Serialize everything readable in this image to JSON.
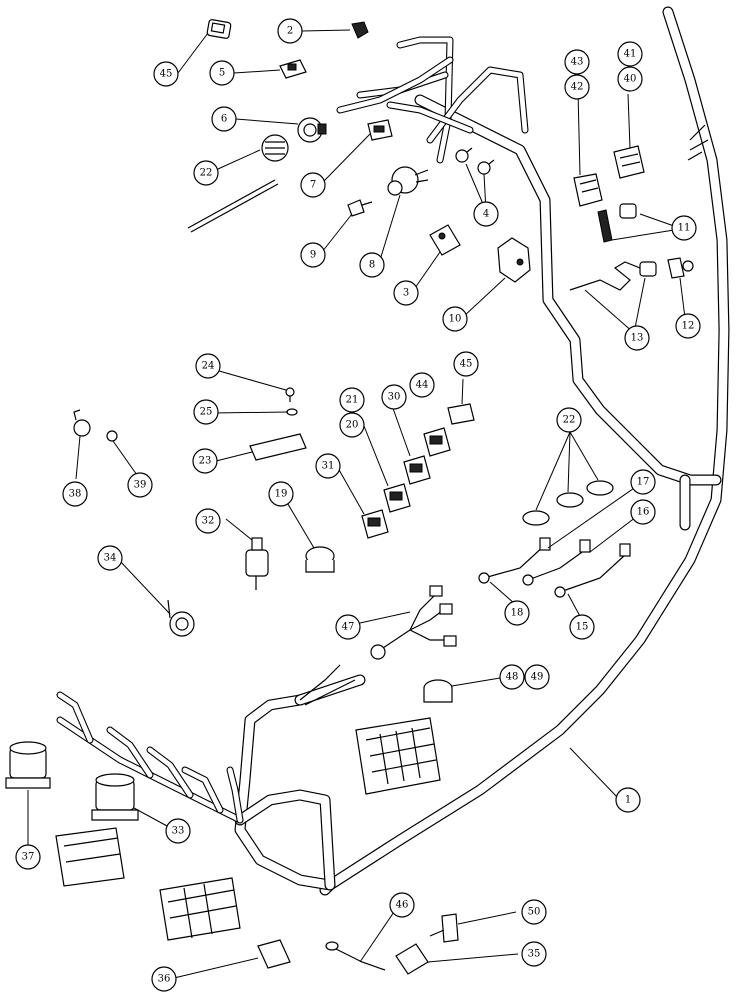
{
  "labels": {
    "l1": "1",
    "l2": "2",
    "l3": "3",
    "l4": "4",
    "l5": "5",
    "l6": "6",
    "l7": "7",
    "l8": "8",
    "l9": "9",
    "l10": "10",
    "l11": "11",
    "l12": "12",
    "l13": "13",
    "l15": "15",
    "l16": "16",
    "l17": "17",
    "l18": "18",
    "l19": "19",
    "l20": "20",
    "l21": "21",
    "l22a": "22",
    "l22b": "22",
    "l23": "23",
    "l24": "24",
    "l25": "25",
    "l30": "30",
    "l31": "31",
    "l32": "32",
    "l33": "33",
    "l34": "34",
    "l35": "35",
    "l36": "36",
    "l37": "37",
    "l38": "38",
    "l39": "39",
    "l40": "40",
    "l41": "41",
    "l42": "42",
    "l43": "43",
    "l44": "44",
    "l45a": "45",
    "l45b": "45",
    "l46": "46",
    "l47": "47",
    "l48": "48",
    "l49": "49",
    "l50": "50"
  }
}
